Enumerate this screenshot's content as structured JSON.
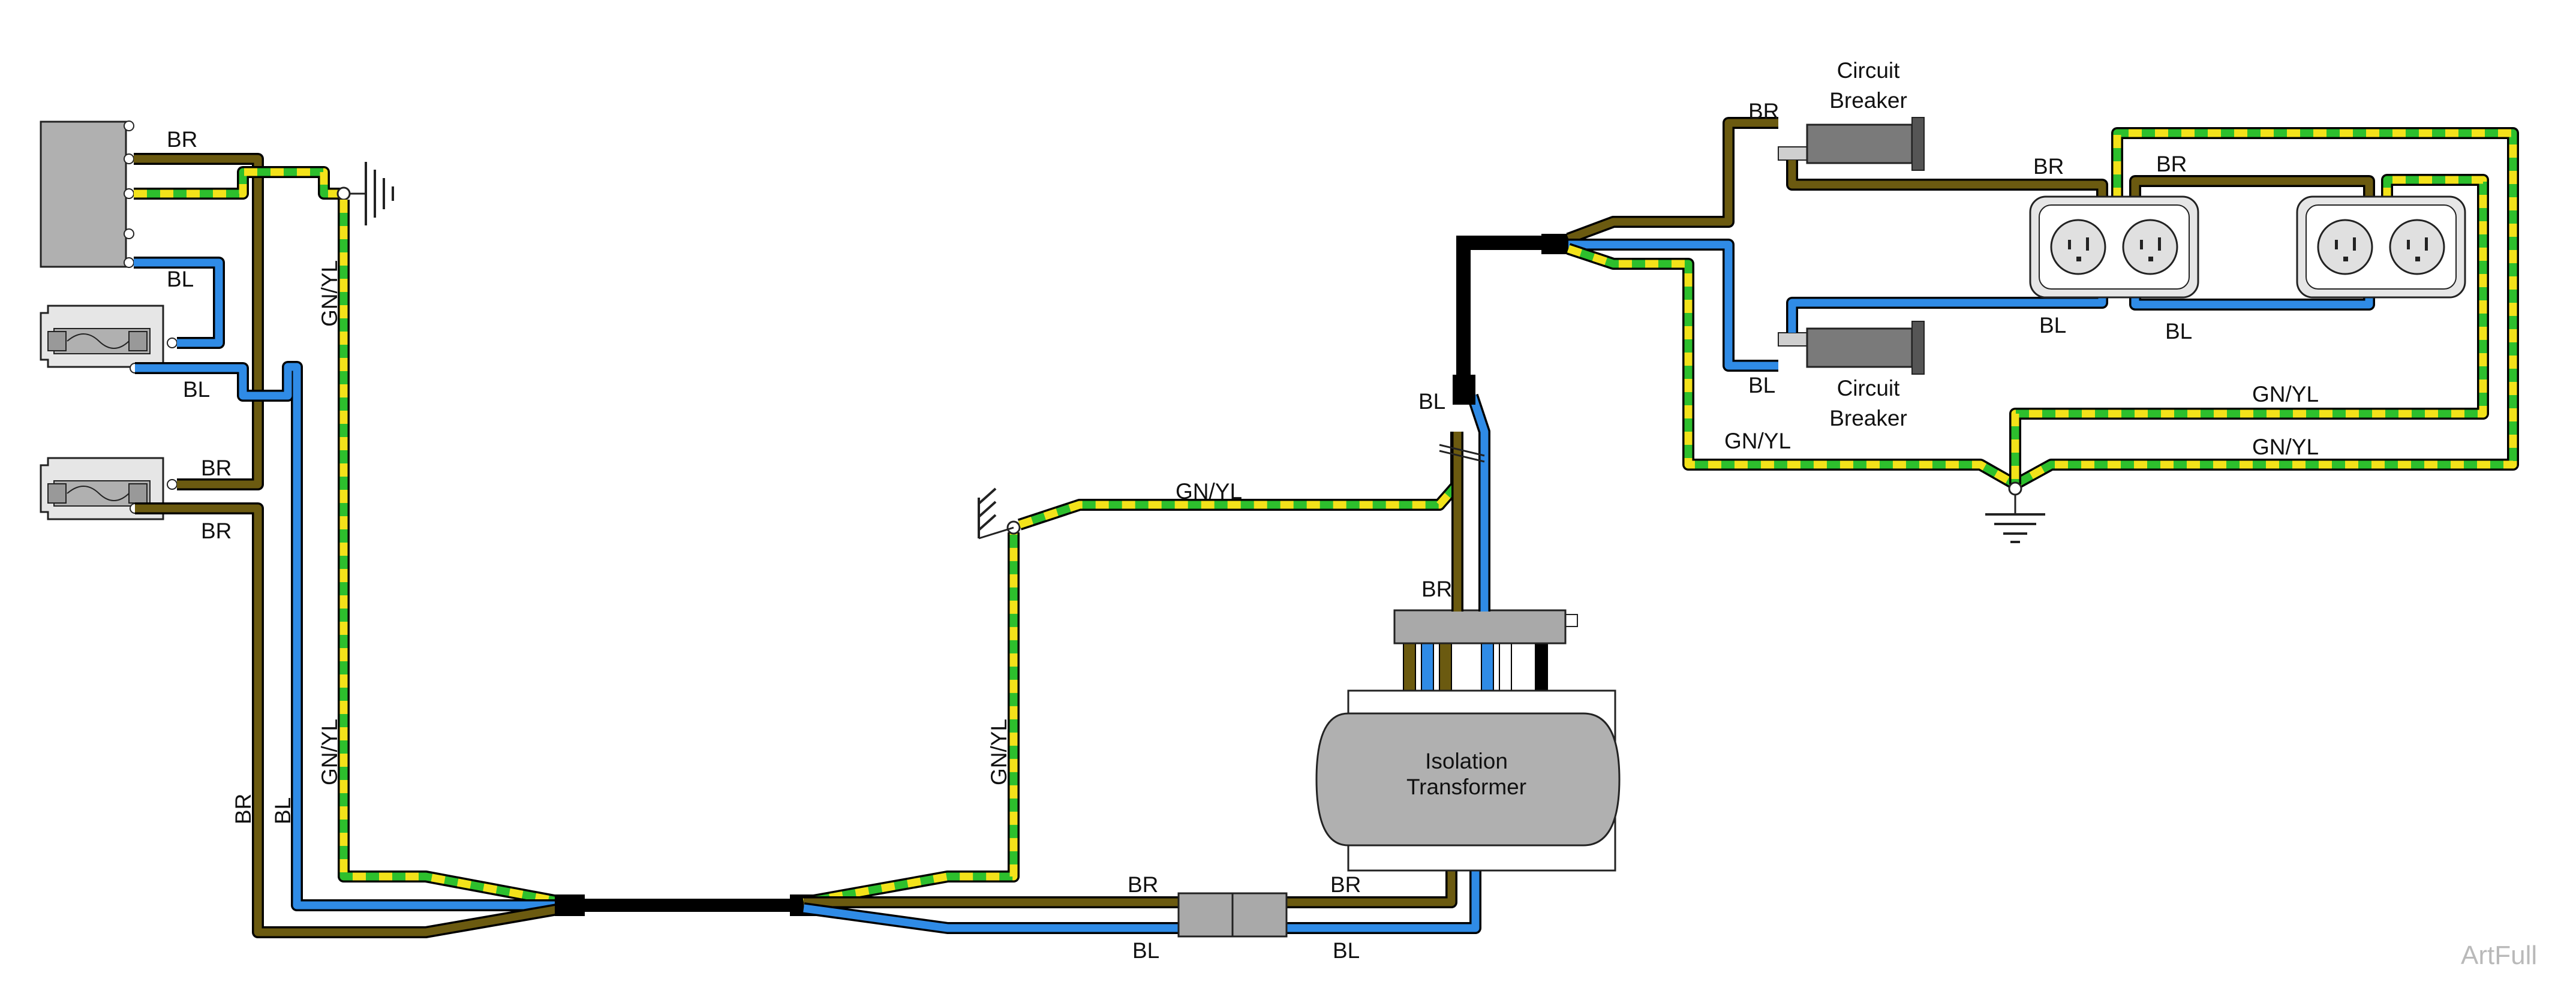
{
  "diagram": {
    "wire_labels": {
      "br": "BR",
      "bl": "BL",
      "gnyl": "GN/YL"
    },
    "circuit_breaker_top": {
      "line1": "Circuit",
      "line2": "Breaker"
    },
    "circuit_breaker_bottom": {
      "line1": "Circuit",
      "line2": "Breaker"
    },
    "isolation_transformer": {
      "line1": "Isolation",
      "line2": "Transformer"
    },
    "watermark": "ArtFull"
  },
  "colors": {
    "brown": "#6b5a10",
    "blue": "#2f8be6",
    "green": "#2dbf2d",
    "yellow": "#f3e21a",
    "black": "#000000",
    "component_fill": "#b0b0b0",
    "breaker_fill": "#7a7a7a"
  }
}
